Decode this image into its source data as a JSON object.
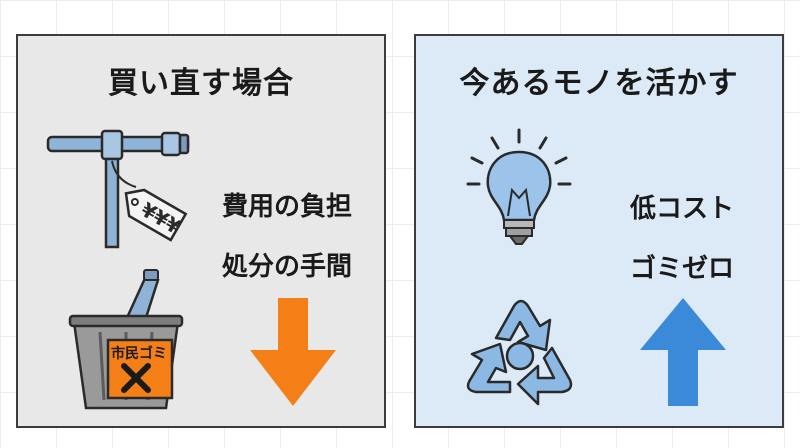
{
  "left_panel": {
    "title": "買い直す場合",
    "items": [
      "費用の負担",
      "処分の手間"
    ],
    "tag_text": "¥¥¥",
    "bag_label": "市民ゴミ",
    "bag_mark": "✕",
    "arrow_color": "#f57f17"
  },
  "right_panel": {
    "title": "今あるモノを活かす",
    "items": [
      "低コスト",
      "ゴミゼロ"
    ],
    "arrow_color": "#3b8ad9"
  },
  "icons": [
    "pipe-with-price-tag-icon",
    "trash-can-icon",
    "down-arrow-icon",
    "light-bulb-icon",
    "recycle-icon",
    "up-arrow-icon"
  ]
}
